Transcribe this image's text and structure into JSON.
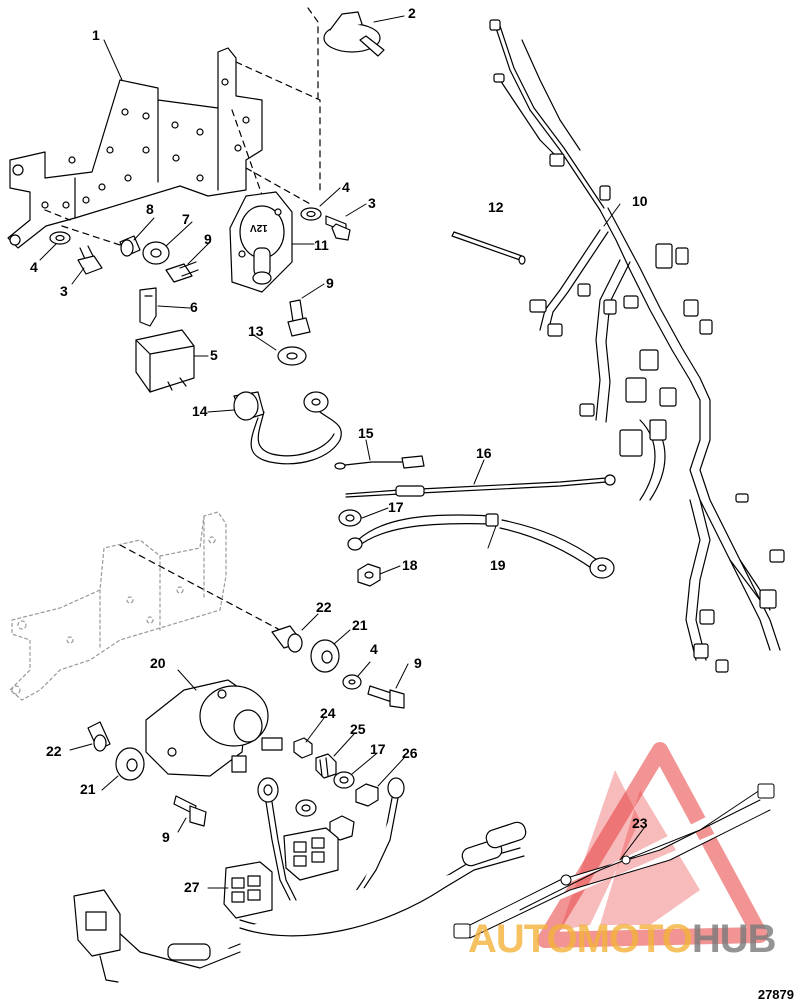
{
  "callouts": {
    "c1": "1",
    "c2": "2",
    "c3a": "3",
    "c3b": "3",
    "c4a": "4",
    "c4b": "4",
    "c4c": "4",
    "c5": "5",
    "c6": "6",
    "c7": "7",
    "c8": "8",
    "c9a": "9",
    "c9b": "9",
    "c9c": "9",
    "c9d": "9",
    "c10": "10",
    "c11": "11",
    "c12": "12",
    "c13": "13",
    "c14": "14",
    "c15": "15",
    "c16": "16",
    "c17a": "17",
    "c17b": "17",
    "c18": "18",
    "c19": "19",
    "c20": "20",
    "c21a": "21",
    "c21b": "21",
    "c22a": "22",
    "c22b": "22",
    "c23": "23",
    "c24": "24",
    "c25": "25",
    "c26": "26",
    "c27": "27"
  },
  "drawing_number": "27879",
  "solenoid_marking": "12V",
  "watermark": {
    "text": "AUTOMOTOHUB",
    "colors": {
      "triangle": "#e83c3c",
      "auto": "#f3b23a",
      "moto": "#f3b23a",
      "hub": "#7a7a7a"
    }
  }
}
